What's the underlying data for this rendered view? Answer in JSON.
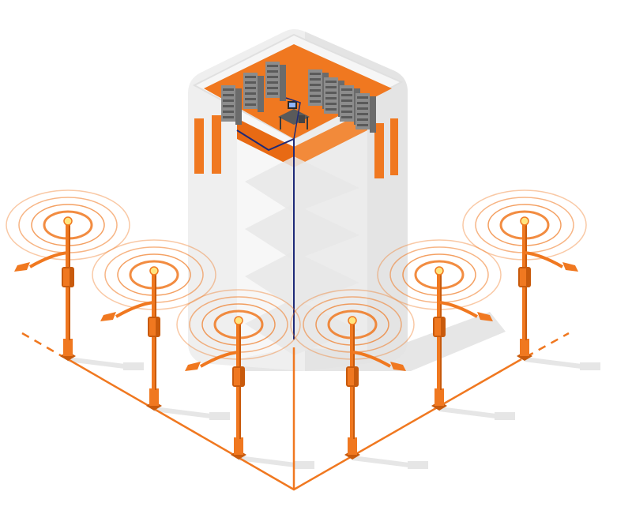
{
  "illustration": {
    "subject": "smart-streetlight-network",
    "colors": {
      "accent": "#f07820",
      "accent_dark": "#c85a0c",
      "accent_light": "#f8a060",
      "building_white": "#f3f3f3",
      "building_gray": "#d6d6d6",
      "floor_gray": "#e8e8e8",
      "shadow": "#dcdcdc",
      "server_dark": "#6b6b6b",
      "server_mid": "#8c8c8c",
      "cable_blue": "#1e2a78",
      "lamp_glow": "#ffe680"
    },
    "building": {
      "name": "data-center-building",
      "floors_visible": 4,
      "server_racks": 7,
      "workstation": true
    },
    "streetlights": [
      {
        "id": "streetlight-1",
        "arm": "left",
        "signal_rings": 4
      },
      {
        "id": "streetlight-2",
        "arm": "left",
        "signal_rings": 4
      },
      {
        "id": "streetlight-3",
        "arm": "left",
        "signal_rings": 4
      },
      {
        "id": "streetlight-4",
        "arm": "right",
        "signal_rings": 4
      },
      {
        "id": "streetlight-5",
        "arm": "right",
        "signal_rings": 4
      },
      {
        "id": "streetlight-6",
        "arm": "right",
        "signal_rings": 4
      }
    ],
    "network": {
      "topology": "v-shaped-bus",
      "connected_to": "data-center-building"
    }
  }
}
